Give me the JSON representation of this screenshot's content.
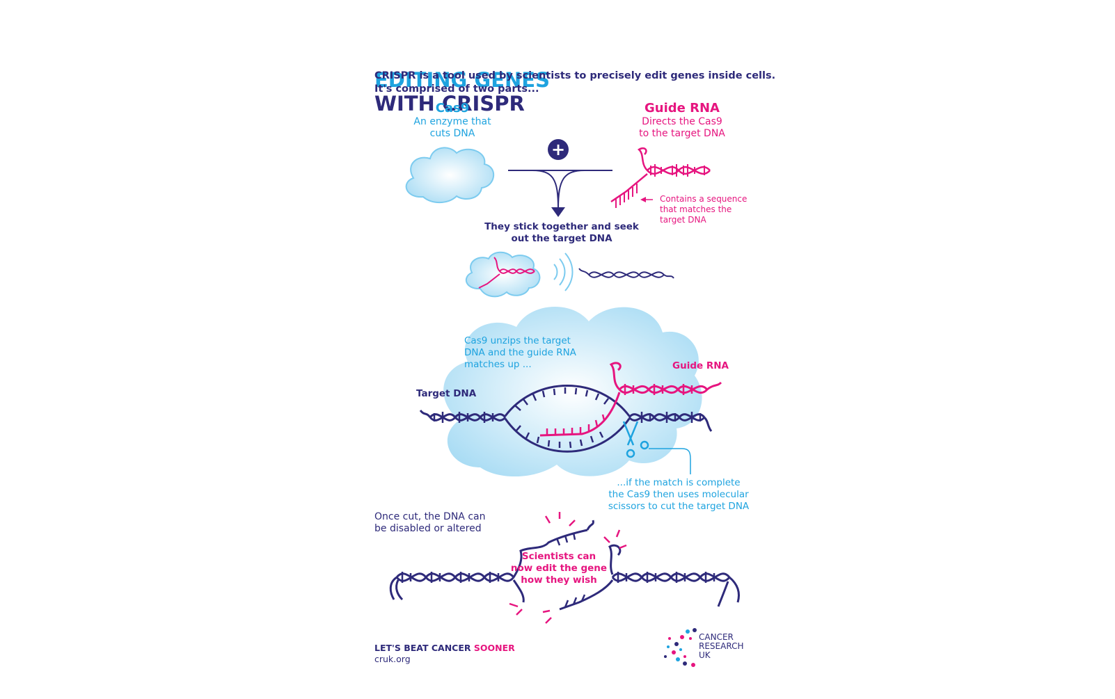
{
  "title": {
    "part1": "EDITING GENES",
    "part2": "WITH CRISPR"
  },
  "intro": "CRISPR is a tool used by scientists to precisely edit genes inside cells.\nIt's comprised of two parts...",
  "cas9": {
    "name": "Cas9",
    "desc": "An enzyme that\ncuts DNA"
  },
  "guide": {
    "name": "Guide RNA",
    "desc": "Directs the Cas9\nto the target DNA",
    "note": "Contains a sequence\nthat matches the\ntarget DNA"
  },
  "plus_symbol": "+",
  "stick": "They stick together and seek\nout the target DNA",
  "unzip": "Cas9 unzips the target\nDNA and the guide RNA\nmatches up ...",
  "target_label": "Target DNA",
  "guide_label": "Guide RNA",
  "match": "...if the match is complete\nthe Cas9 then uses molecular\nscissors to cut the target DNA",
  "cut": "Once cut, the DNA can\nbe disabled or altered",
  "edit": "Scientists can\nnow edit the gene\nhow they wish",
  "footer": {
    "slogan_a": "LET'S BEAT CANCER ",
    "slogan_b": "SOONER",
    "url": "cruk.org"
  },
  "logo": {
    "text": "CANCER\nRESEARCH\nUK"
  },
  "colors": {
    "navy": "#2e2a7a",
    "cyan": "#1ea3df",
    "pink": "#e6157f",
    "cloud": "#c6e9f8"
  }
}
